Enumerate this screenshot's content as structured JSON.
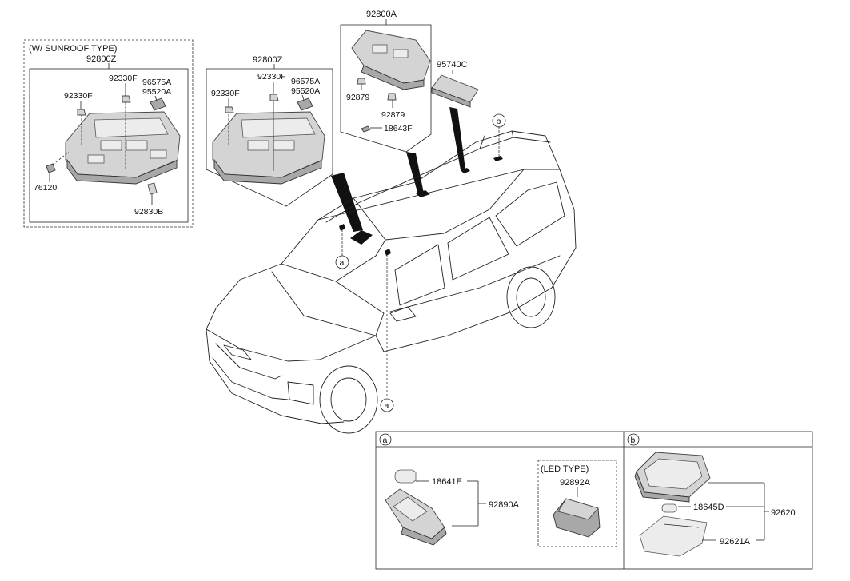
{
  "sunroof_box": {
    "title": "(W/ SUNROOF TYPE)",
    "assembly": "92800Z",
    "labels": [
      "92330F",
      "92330F",
      "96575A",
      "95520A",
      "76120",
      "92830B"
    ]
  },
  "std_box": {
    "assembly": "92800Z",
    "labels": [
      "92330F",
      "92330F",
      "96575A",
      "95520A"
    ]
  },
  "front_box": {
    "assembly": "92800A",
    "labels": [
      "92879",
      "92879",
      "18643F"
    ]
  },
  "rear_lamp": {
    "label": "95740C"
  },
  "callouts": {
    "a": "a",
    "b": "b"
  },
  "detail_a": {
    "tag": "a",
    "bulb": "18641E",
    "lamp": "92890A",
    "led_type": "(LED TYPE)",
    "led_lamp": "92892A"
  },
  "detail_b": {
    "tag": "b",
    "bulb": "18645D",
    "lens": "92621A",
    "lamp": "92620"
  }
}
